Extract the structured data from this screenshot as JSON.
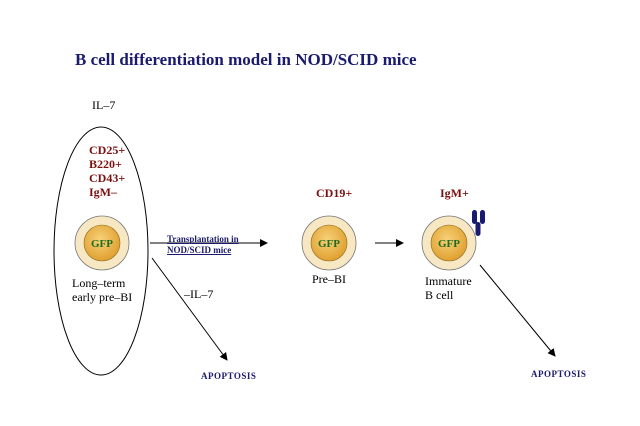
{
  "title": "B cell differentiation model in NOD/SCID mice",
  "il7_label": "IL–7",
  "markers": [
    "CD25+",
    "B220+",
    "CD43+",
    "IgM–"
  ],
  "cells": {
    "gfp_label": "GFP",
    "long_term_label_line1": "Long–term",
    "long_term_label_line2": "early pre–BI",
    "prebi_label": "Pre–BI",
    "immature_label_line1": "Immature",
    "immature_label_line2": "B cell"
  },
  "stage_markers": {
    "prebi": "CD19+",
    "immature": "IgM+"
  },
  "transplant_line1": "Transplantation in",
  "transplant_line2": "NOD/SCID mice",
  "minus_il7": "–IL–7",
  "apoptosis": "APOPTOSIS",
  "colors": {
    "title": "#1a1a6e",
    "marker": "#7a1010",
    "cell_outer": "#f7e7c2",
    "cell_inner": "#f0b94a",
    "gfp_text": "#1f6b1f",
    "antibody": "#1a1a6e"
  }
}
